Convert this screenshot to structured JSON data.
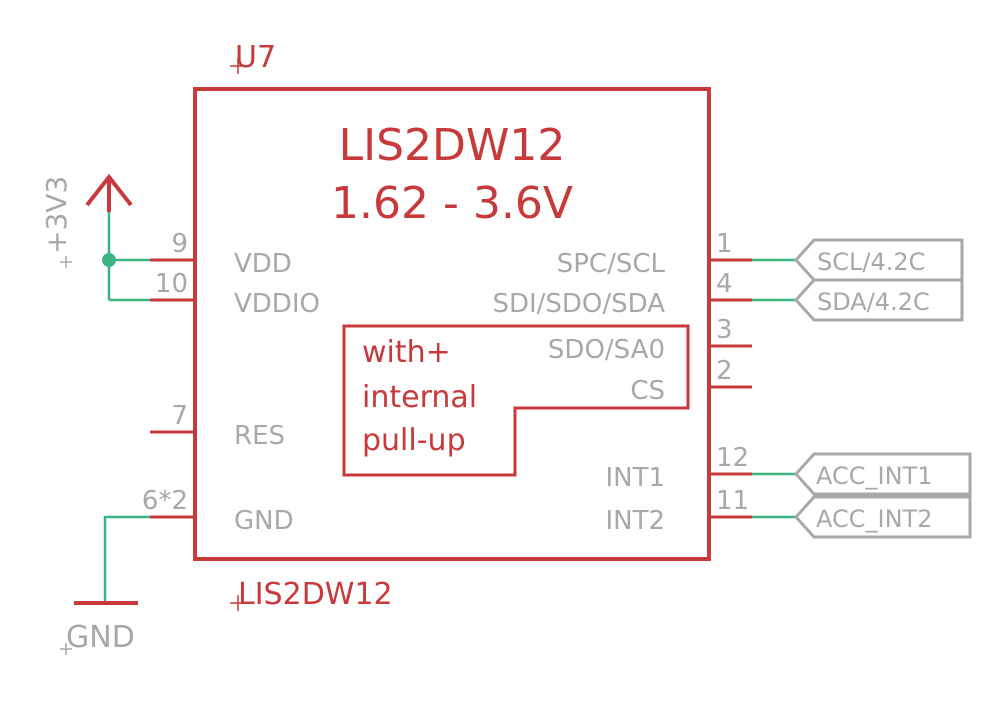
{
  "colors": {
    "part": "#c8393b",
    "net": "#3bb482",
    "label": "#a8a8a8",
    "background": "#ffffff"
  },
  "part": {
    "designator": "U7",
    "value": "LIS2DW12",
    "title": "LIS2DW12",
    "voltage": "1.62 - 3.6V",
    "note": [
      "with+",
      "internal",
      "pull-up"
    ]
  },
  "pins": {
    "vdd": {
      "number": "9",
      "name": "VDD"
    },
    "vddio": {
      "number": "10",
      "name": "VDDIO"
    },
    "res": {
      "number": "7",
      "name": "RES"
    },
    "gnd": {
      "number": "6*2",
      "name": "GND"
    },
    "scl": {
      "number": "1",
      "name": "SPC/SCL"
    },
    "sda": {
      "number": "4",
      "name": "SDI/SDO/SDA"
    },
    "sa0": {
      "number": "3",
      "name": "SDO/SA0"
    },
    "cs": {
      "number": "2",
      "name": "CS"
    },
    "int1": {
      "number": "12",
      "name": "INT1"
    },
    "int2": {
      "number": "11",
      "name": "INT2"
    }
  },
  "power": {
    "supply": "+3V3",
    "ground": "GND"
  },
  "net_labels": {
    "scl": "SCL/4.2C",
    "sda": "SDA/4.2C",
    "int1": "ACC_INT1",
    "int2": "ACC_INT2"
  }
}
